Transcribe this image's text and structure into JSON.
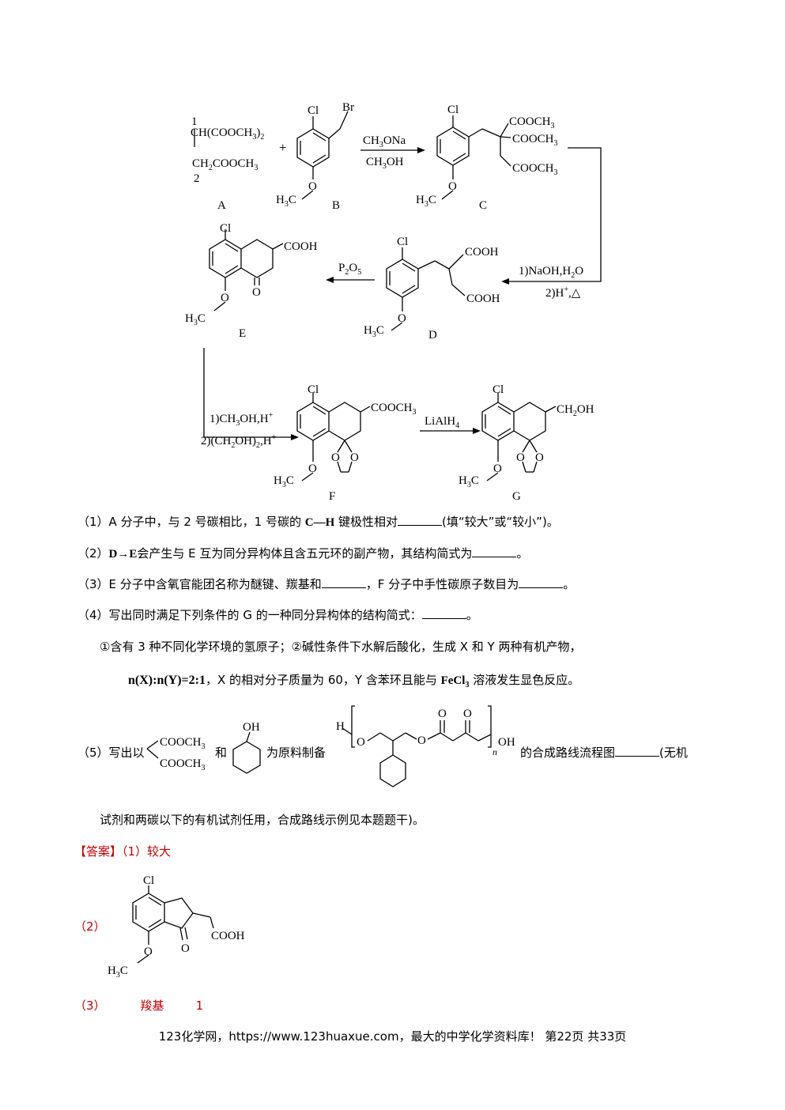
{
  "scheme": {
    "A": {
      "c1": "1",
      "l1": "CH(COOCH",
      "l1b": "3",
      "l1c": ")",
      "l1d": "2",
      "l2": "CH",
      "l2b": "2",
      "l2c": "COOCH",
      "l2d": "3",
      "c2": "2",
      "label": "A"
    },
    "plus": "+",
    "B": {
      "cl": "Cl",
      "br": "Br",
      "h3c": "H",
      "h3c_sub": "3",
      "h3c_c": "C",
      "label": "B"
    },
    "step1": {
      "top": "CH",
      "top_sub": "3",
      "top_rest": "ONa",
      "bottom": "CH",
      "bottom_sub": "3",
      "bottom_rest": "OH"
    },
    "C": {
      "cl": "Cl",
      "e1": "COOCH",
      "e2": "COOCH",
      "e3": "COOCH",
      "sub": "3",
      "h3c": "H",
      "h3c_sub": "3",
      "h3c_c": "C",
      "label": "C"
    },
    "step2": {
      "line1": "1)NaOH,H",
      "line1_sub": "2",
      "line1_end": "O",
      "line2": "2)H",
      "line2_sup": "+",
      "line2_end": ",△"
    },
    "D": {
      "cl": "Cl",
      "a1": "COOH",
      "a2": "COOH",
      "h3c": "H",
      "h3c_sub": "3",
      "h3c_c": "C",
      "label": "D"
    },
    "step3": {
      "reagent": "P",
      "sub1": "2",
      "mid": "O",
      "sub2": "5"
    },
    "E": {
      "cl": "Cl",
      "acid": "COOH",
      "o": "O",
      "h3c": "H",
      "h3c_sub": "3",
      "h3c_c": "C",
      "label": "E"
    },
    "step4": {
      "line1": "1)CH",
      "line1_sub": "3",
      "line1_mid": "OH,H",
      "line1_sup": "+",
      "line2": "2)(CH",
      "line2_sub": "2",
      "line2_mid": "OH)",
      "line2_sub2": "2",
      "line2_end": ",H",
      "line2_sup": "+"
    },
    "F": {
      "cl": "Cl",
      "ester": "COOCH",
      "ester_sub": "3",
      "o": "O",
      "h3c": "H",
      "h3c_sub": "3",
      "h3c_c": "C",
      "label": "F"
    },
    "step5": {
      "reagent": "LiAlH",
      "sub": "4"
    },
    "G": {
      "cl": "Cl",
      "alc": "CH",
      "alc_sub": "2",
      "alc_end": "OH",
      "o": "O",
      "h3c": "H",
      "h3c_sub": "3",
      "h3c_c": "C",
      "label": "G"
    }
  },
  "q1": {
    "a": "（1）A 分子中，与 2 号碳相比，1 号碳的 ",
    "bond": "C—H",
    "b": " 键极性相对",
    "c": "(填“较大”或“较小”)。"
  },
  "q2": {
    "a": "（2）",
    "reaction": "D→E",
    "b": "会产生与 E 互为同分异构体且含五元环的副产物，其结构简式为",
    "c": "。"
  },
  "q3": {
    "a": "（3）E 分子中含氧官能团名称为醚键、羰基和",
    "b": "，F 分子中手性碳原子数目为",
    "c": "。"
  },
  "q4": {
    "a": "（4）写出同时满足下列条件的 G 的一种同分异构体的结构简式：",
    "b": "。"
  },
  "q4c1": "①含有 3 种不同化学环境的氢原子；②碱性条件下水解后酸化，生成 X 和 Y 两种有机产物，",
  "q4c2": {
    "ratio": "n(X):n(Y)=2:1",
    "a": "，X 的相对分子质量为 60，Y 含苯环且能与 ",
    "fecl": "FeCl",
    "fecl_sub": "3",
    "b": " 溶液发生显色反应。"
  },
  "q5": {
    "a": "（5）写出以",
    "ester1": "COOCH",
    "ester2": "COOCH",
    "sub": "3",
    "and": "和",
    "oh": "OH",
    "b": "为原料制备",
    "h": "H",
    "o": "O",
    "n": "n",
    "ohend": "OH",
    "c": "的合成路线流程图",
    "d": "(无机"
  },
  "q5b": "试剂和两碳以下的有机试剂任用，合成路线示例见本题题干)。",
  "answer": {
    "tag": "【答案】",
    "a1": "（1）较大",
    "a2": "（2）",
    "a3": "（3）",
    "a3v": "羧基",
    "a3n": "1",
    "mol": {
      "cl": "Cl",
      "acid": "COOH",
      "o": "O",
      "h3c": "H",
      "h3c_sub": "3",
      "h3c_c": "C"
    }
  },
  "footer": "123化学网，https://www.123huaxue.com，最大的中学化学资料库！    第22页  共33页",
  "colors": {
    "answer": "#c00000",
    "text": "#000000"
  }
}
